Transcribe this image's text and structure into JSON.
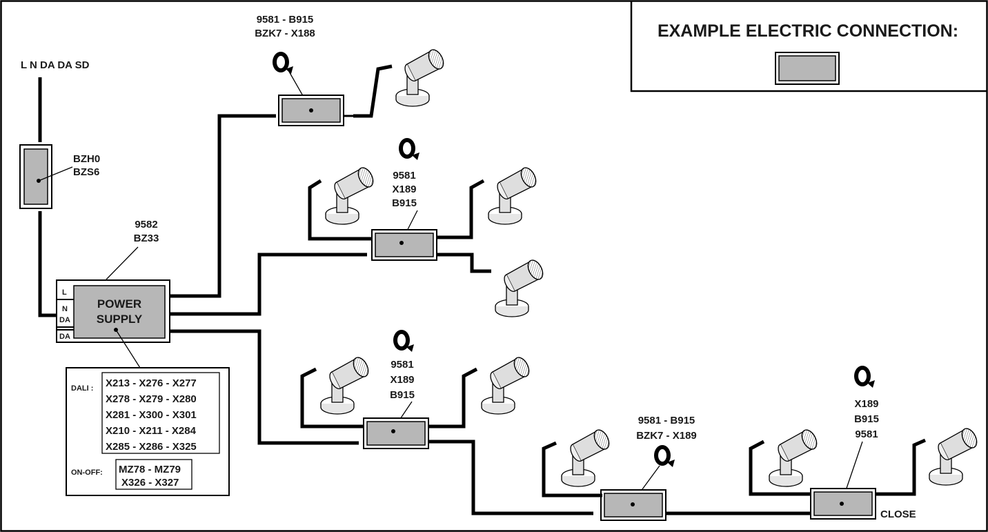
{
  "header": {
    "title": "EXAMPLE ELECTRIC CONNECTION:"
  },
  "supply": {
    "line_label": "L N DA DA SD",
    "breaker_codes": [
      "BZH0",
      "BZS6"
    ],
    "power_supply_codes": [
      "9582",
      "BZ33"
    ],
    "power_supply_text": [
      "POWER",
      "SUPPLY"
    ],
    "terminals": [
      "L",
      "N",
      "DA",
      "DA"
    ]
  },
  "compatibility": {
    "dali_label": "DALI :",
    "dali_rows": [
      "X213 - X276 - X277",
      "X278 - X279 - X280",
      "X281 - X300 - X301",
      "X210 - X211 - X284",
      "X285 - X286 - X325"
    ],
    "onoff_label": "ON-OFF:",
    "onoff_rows": [
      "MZ78 - MZ79",
      "X326 - X327"
    ]
  },
  "junctions": {
    "top": [
      "9581 - B915",
      "BZK7 - X188"
    ],
    "middle": [
      "9581",
      "X189",
      "B915"
    ],
    "lower": [
      "9581",
      "X189",
      "B915"
    ],
    "bottom_a": [
      "9581 - B915",
      "BZK7 - X189"
    ],
    "bottom_b": [
      "X189",
      "B915",
      "9581"
    ]
  },
  "end_label": "CLOSE",
  "colors": {
    "wire": "#000000",
    "junction_fill": "#b7b7b7",
    "spot_body": "#dedede",
    "text": "#1a1a1a"
  }
}
